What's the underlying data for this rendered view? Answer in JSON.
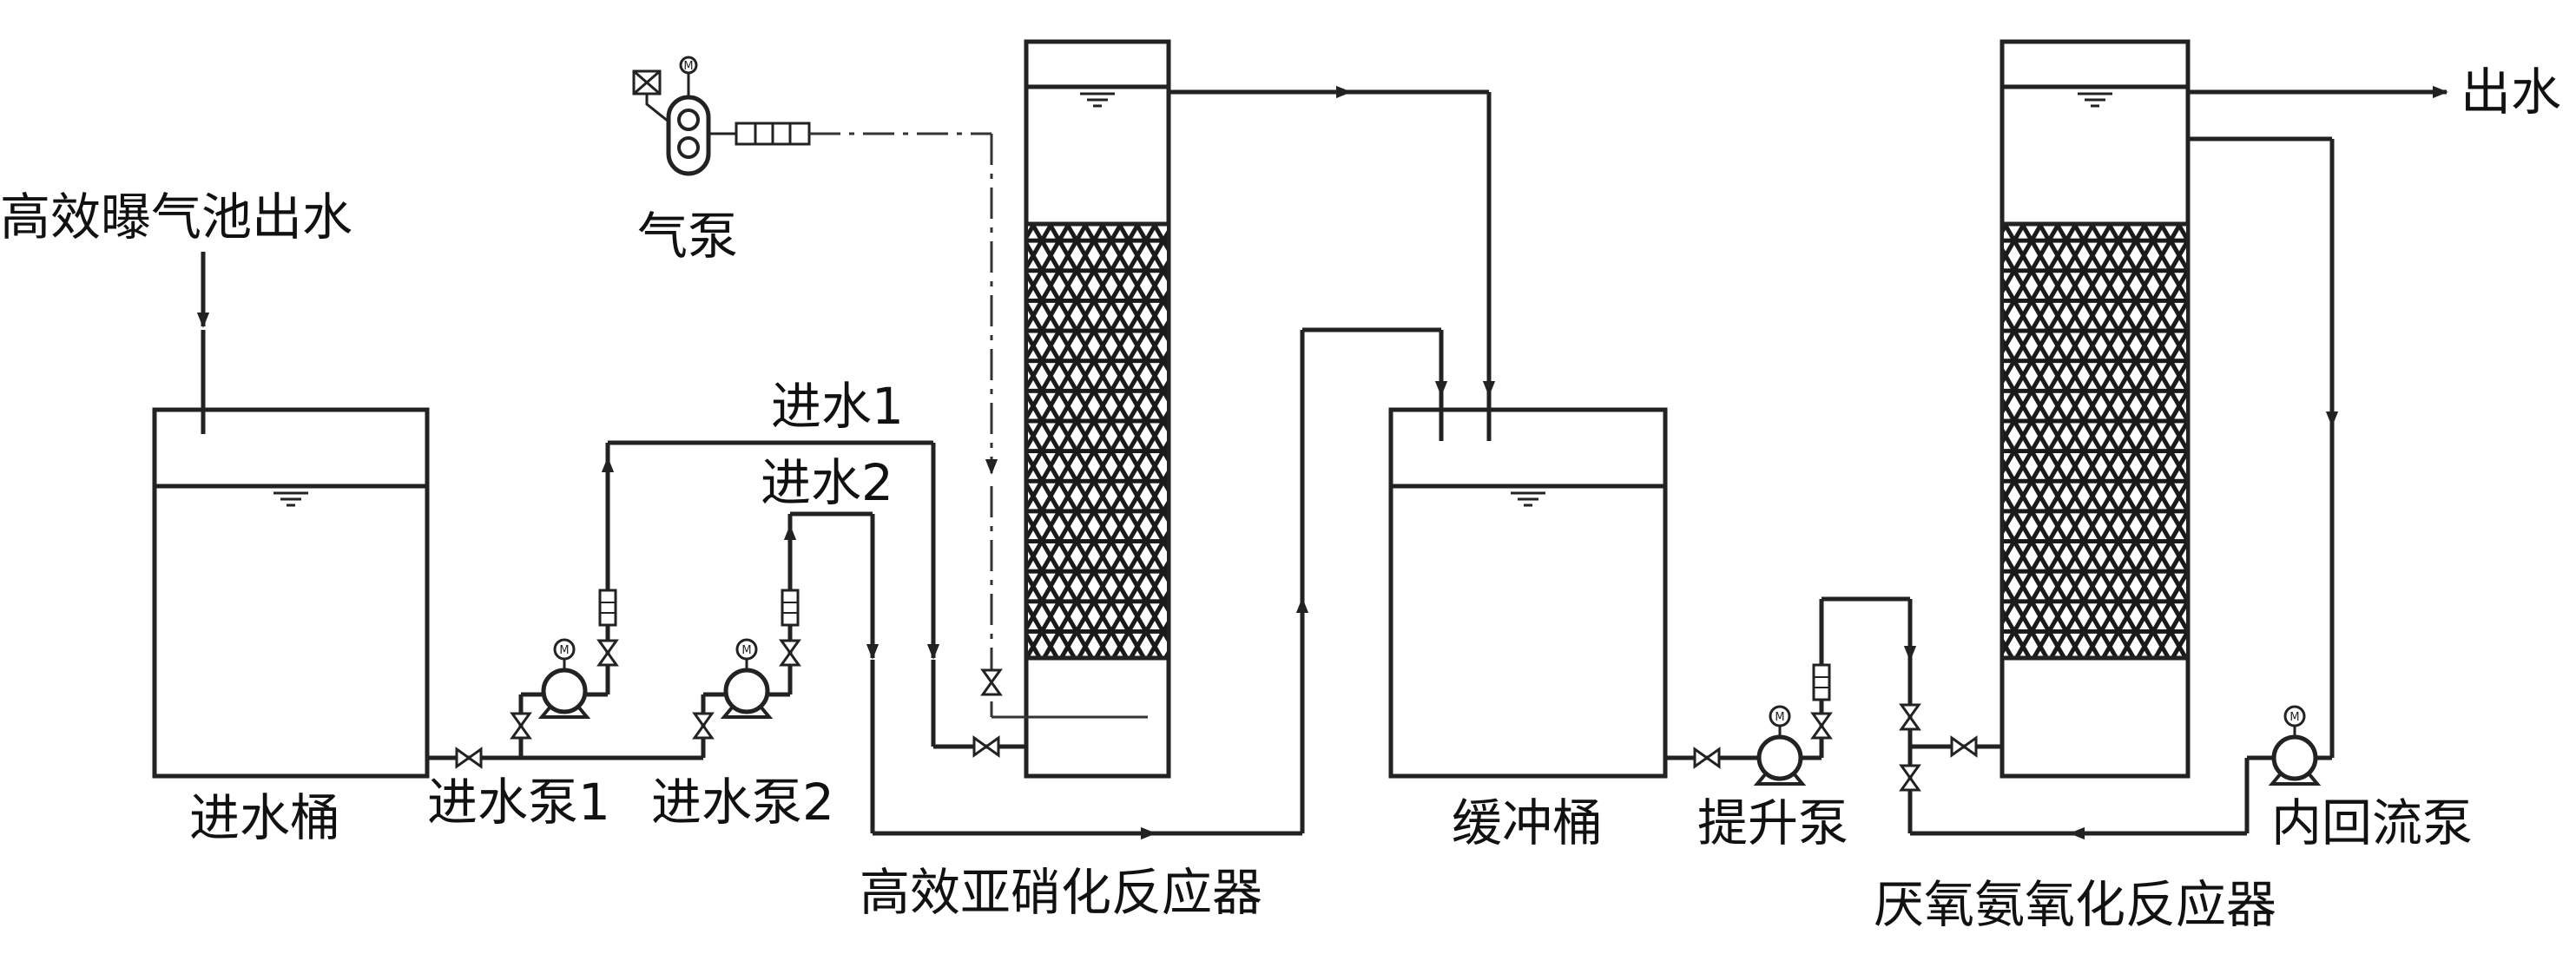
{
  "labels": {
    "aeration_outlet": "高效曝气池出水",
    "air_pump": "气泵",
    "inlet_1": "进水1",
    "inlet_2": "进水2",
    "water_outlet": "出水",
    "inlet_tank": "进水桶",
    "inlet_pump_1": "进水泵1",
    "inlet_pump_2": "进水泵2",
    "nitritation_reactor": "高效亚硝化反应器",
    "buffer_tank": "缓冲桶",
    "lift_pump": "提升泵",
    "internal_reflux_pump": "内回流泵",
    "anammox_reactor": "厌氧氨氧化反应器"
  },
  "icons": {
    "motor_symbol": "M"
  },
  "colors": {
    "line": "#222222",
    "background": "#ffffff",
    "packing": "#1a1a1a"
  }
}
